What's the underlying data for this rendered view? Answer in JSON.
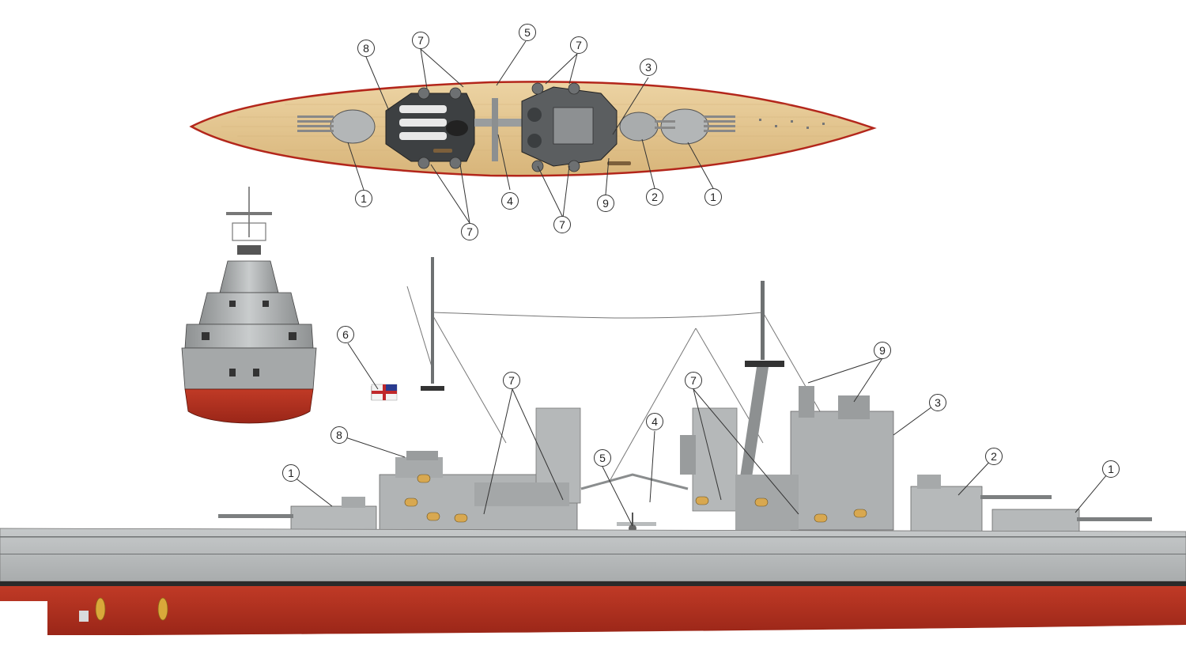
{
  "colors": {
    "deck": "#e2c48e",
    "hull_grey": "#b9bcbd",
    "superstructure_grey": "#a8abac",
    "dark_grey": "#4a4d4f",
    "hull_red": "#b4301f",
    "boot_topping": "#2a2a2a",
    "propeller": "#d9a83a",
    "background": "#ffffff"
  },
  "icons": [
    "union-flag-icon",
    "seaplane-icon",
    "propeller-icon"
  ],
  "callouts": {
    "plan": [
      {
        "id": "plan-8",
        "label": "8"
      },
      {
        "id": "plan-7a",
        "label": "7"
      },
      {
        "id": "plan-5",
        "label": "5"
      },
      {
        "id": "plan-7b",
        "label": "7"
      },
      {
        "id": "plan-3",
        "label": "3"
      },
      {
        "id": "plan-1a",
        "label": "1"
      },
      {
        "id": "plan-7c",
        "label": "7"
      },
      {
        "id": "plan-4",
        "label": "4"
      },
      {
        "id": "plan-7d",
        "label": "7"
      },
      {
        "id": "plan-9",
        "label": "9"
      },
      {
        "id": "plan-2",
        "label": "2"
      },
      {
        "id": "plan-1b",
        "label": "1"
      }
    ],
    "profile": [
      {
        "id": "prof-6",
        "label": "6"
      },
      {
        "id": "prof-8",
        "label": "8"
      },
      {
        "id": "prof-1a",
        "label": "1"
      },
      {
        "id": "prof-7a",
        "label": "7"
      },
      {
        "id": "prof-5",
        "label": "5"
      },
      {
        "id": "prof-4",
        "label": "4"
      },
      {
        "id": "prof-7b",
        "label": "7"
      },
      {
        "id": "prof-9",
        "label": "9"
      },
      {
        "id": "prof-3",
        "label": "3"
      },
      {
        "id": "prof-2",
        "label": "2"
      },
      {
        "id": "prof-1b",
        "label": "1"
      }
    ]
  }
}
